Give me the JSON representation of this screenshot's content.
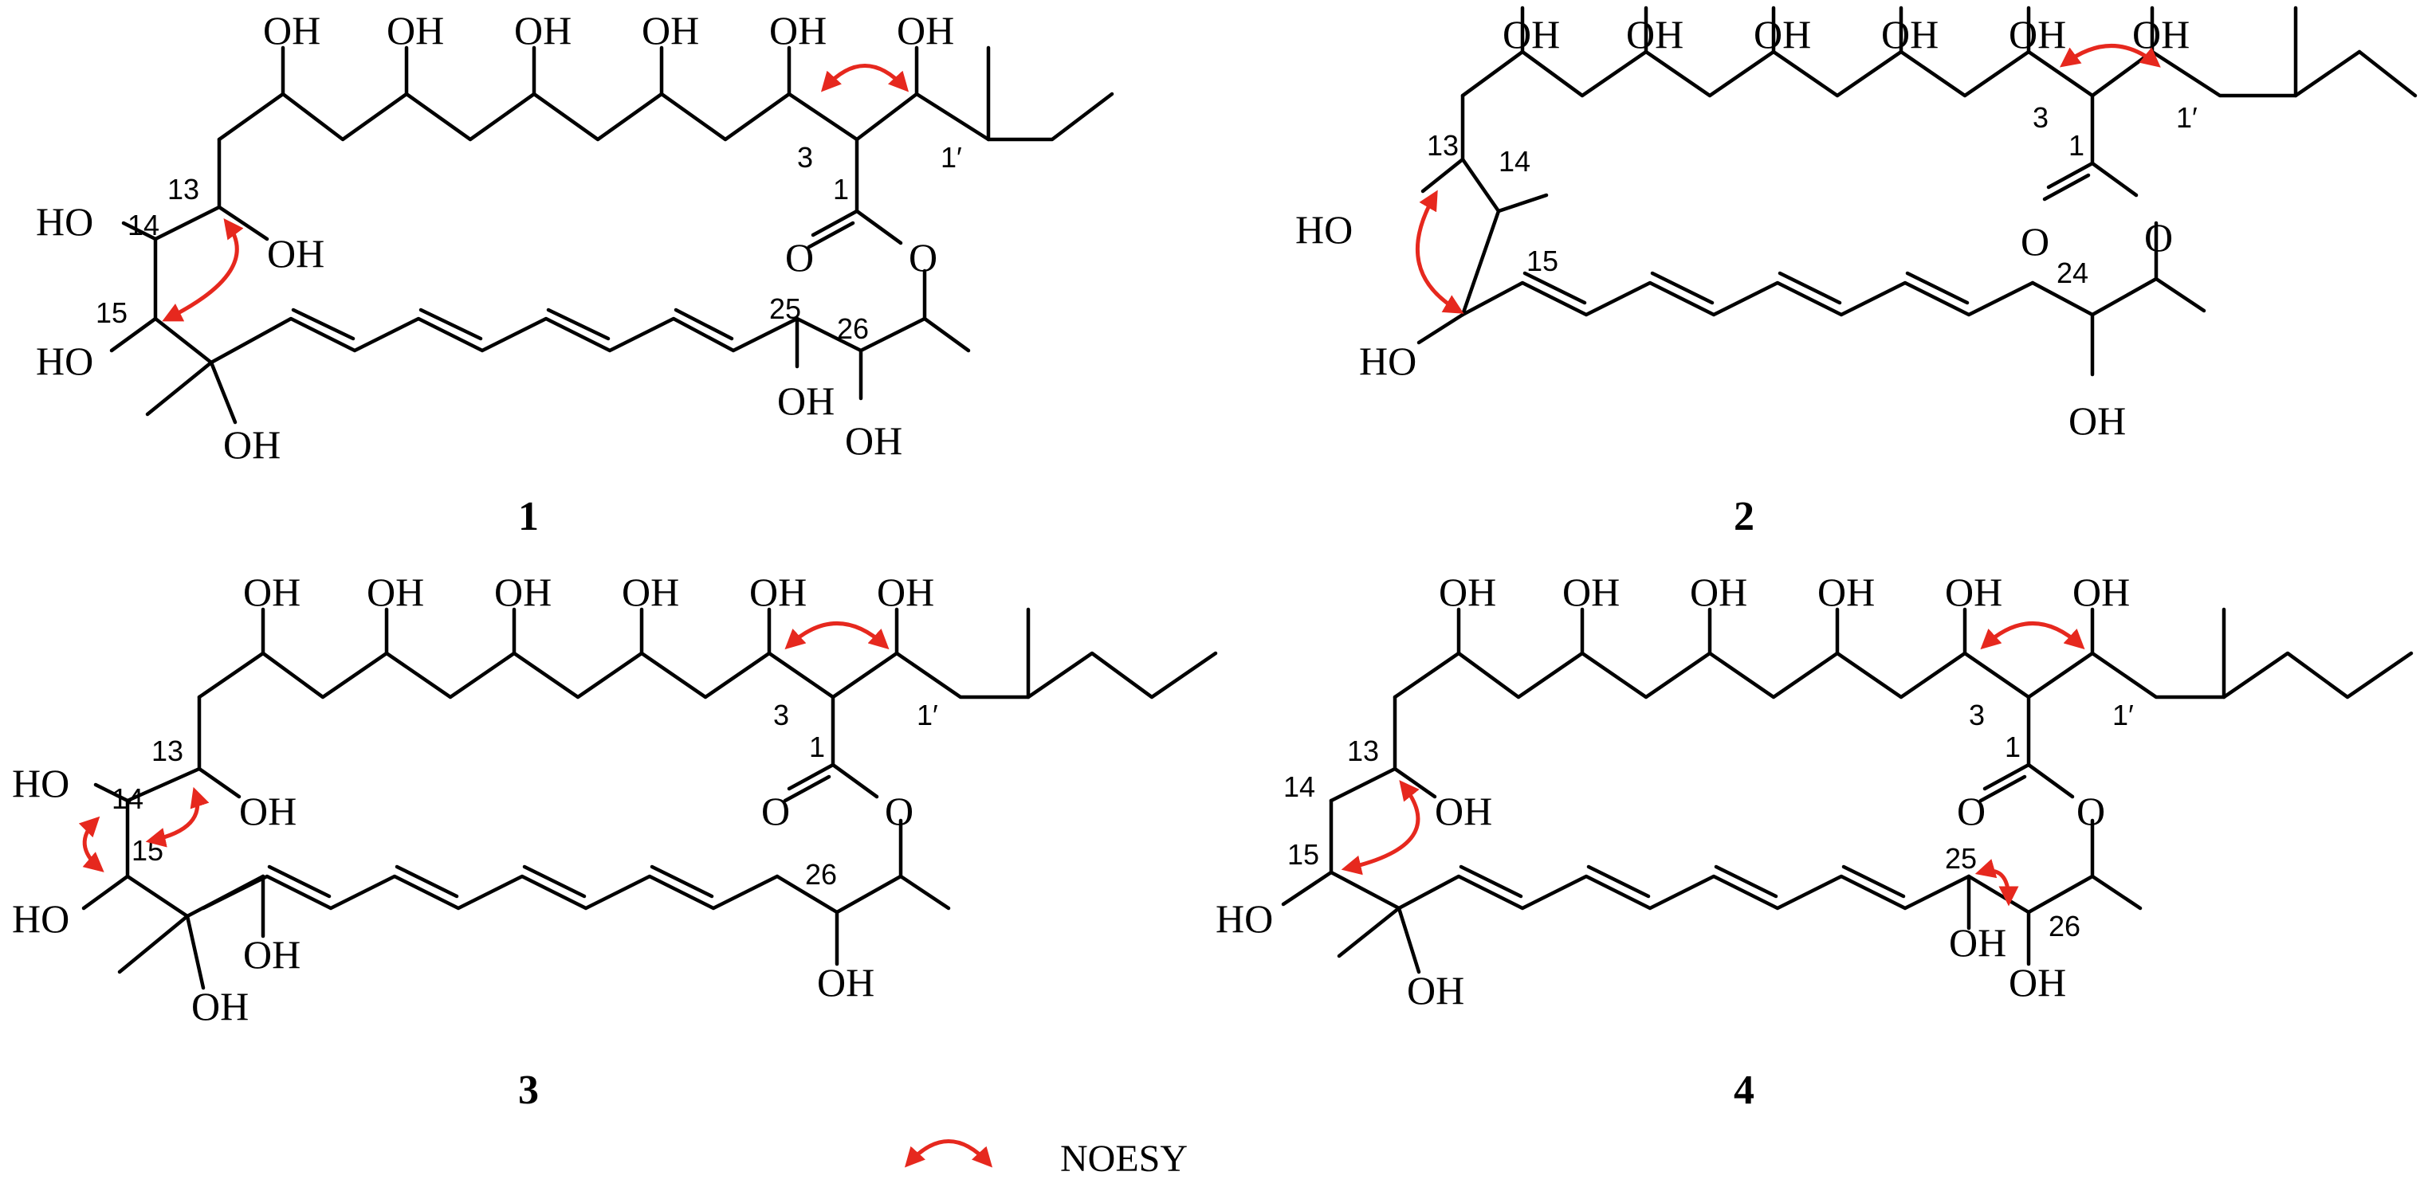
{
  "compounds": [
    {
      "label": "1",
      "atoms": {
        "oh_c11": "OH",
        "oh_c9": "OH",
        "oh_c7": "OH",
        "oh_c5": "OH",
        "oh_c3": "OH",
        "oh_c1p": "OH",
        "oh_c14": "HO",
        "oh_c13": "OH",
        "oh_c15": "HO",
        "oh_c16": "OH",
        "oh_c25": "OH",
        "oh_c26": "OH",
        "carbonyl_o": "O",
        "ring_o": "O"
      },
      "numbers": {
        "n3": "3",
        "n1p": "1′",
        "n1": "1",
        "n13": "13",
        "n14": "14",
        "n15": "15",
        "n25": "25",
        "n26": "26"
      }
    },
    {
      "label": "2",
      "atoms": {
        "oh_c11": "OH",
        "oh_c9": "OH",
        "oh_c7": "OH",
        "oh_c5": "OH",
        "oh_c3": "OH",
        "oh_c1p": "OH",
        "oh_c13": "HO",
        "oh_c15": "HO",
        "oh_c24": "OH",
        "carbonyl_o": "O",
        "ring_o": "O"
      },
      "numbers": {
        "n3": "3",
        "n1p": "1′",
        "n1": "1",
        "n13": "13",
        "n14": "14",
        "n15": "15",
        "n24": "24"
      }
    },
    {
      "label": "3",
      "atoms": {
        "oh_c11": "OH",
        "oh_c9": "OH",
        "oh_c7": "OH",
        "oh_c5": "OH",
        "oh_c3": "OH",
        "oh_c1p": "OH",
        "oh_c14": "HO",
        "oh_c13": "OH",
        "oh_c15": "HO",
        "oh_c16": "OH",
        "oh_c17": "OH",
        "oh_c26": "OH",
        "carbonyl_o": "O",
        "ring_o": "O"
      },
      "numbers": {
        "n3": "3",
        "n1p": "1′",
        "n1": "1",
        "n13": "13",
        "n14": "14",
        "n15": "15",
        "n26": "26"
      }
    },
    {
      "label": "4",
      "atoms": {
        "oh_c11": "OH",
        "oh_c9": "OH",
        "oh_c7": "OH",
        "oh_c5": "OH",
        "oh_c3": "OH",
        "oh_c1p": "OH",
        "oh_c13": "OH",
        "oh_c15": "HO",
        "oh_c16": "OH",
        "oh_c25": "OH",
        "oh_c26": "OH",
        "carbonyl_o": "O",
        "ring_o": "O"
      },
      "numbers": {
        "n3": "3",
        "n1p": "1′",
        "n1": "1",
        "n13": "13",
        "n14": "14",
        "n15": "15",
        "n25": "25",
        "n26": "26"
      }
    }
  ],
  "legend": {
    "label": "NOESY",
    "arrow_color": "#e6281e"
  }
}
